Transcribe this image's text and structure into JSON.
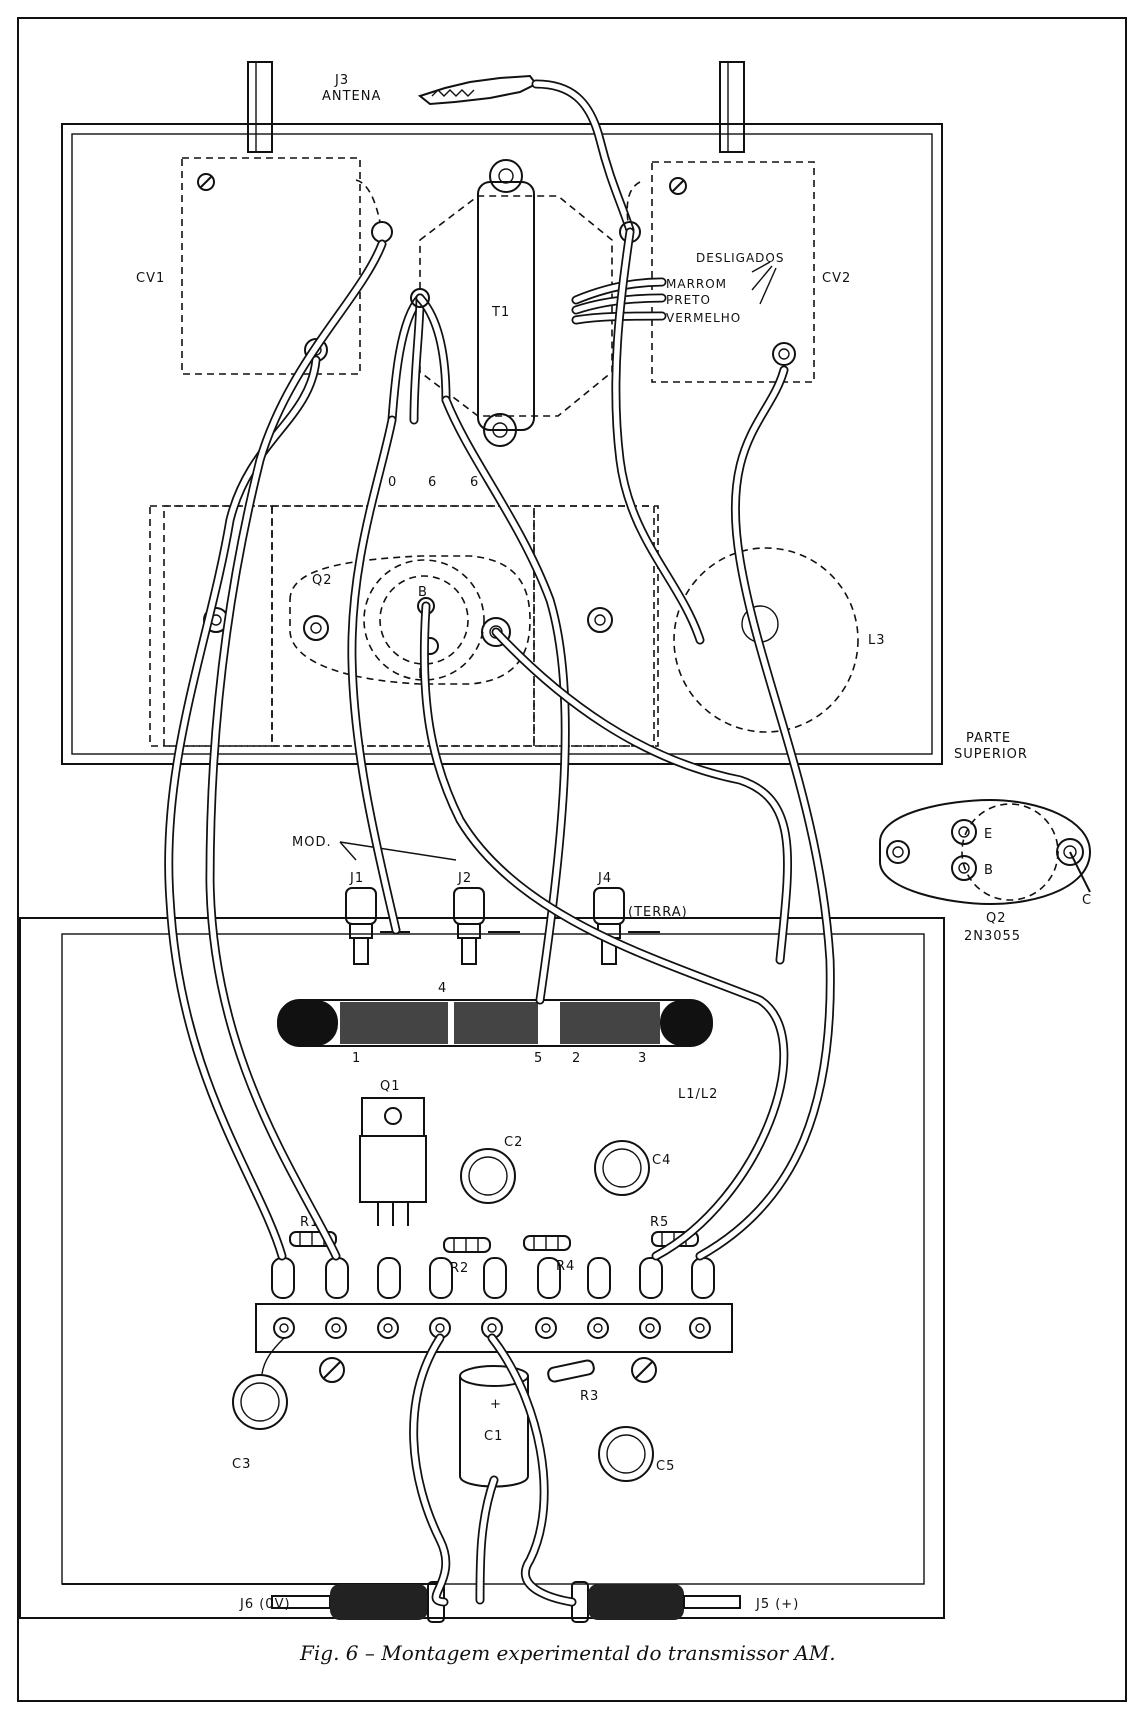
{
  "labels": {
    "j3": "J3",
    "antena": "ANTENA",
    "cv1": "CV1",
    "cv2": "CV2",
    "t1": "T1",
    "desligados": "DESLIGADOS",
    "marrom": "MARROM",
    "preto": "PRETO",
    "vermelho": "VERMELHO",
    "tap0": "0",
    "tap6a": "6",
    "tap6b": "6",
    "q2": "Q2",
    "b": "B",
    "e": "E",
    "l3": "L3",
    "parte": "PARTE",
    "superior": "SUPERIOR",
    "q2_top_e": "E",
    "q2_top_b": "B",
    "q2_top_c": "C",
    "q2_name": "Q2",
    "q2_part": "2N3055",
    "mod": "MOD.",
    "j1": "J1",
    "j2": "J2",
    "j4": "J4",
    "terra": "(TERRA)",
    "tap4": "4",
    "tap1": "1",
    "tap5": "5",
    "tap2": "2",
    "tap3": "3",
    "l1l2": "L1/L2",
    "q1": "Q1",
    "c2": "C2",
    "c4": "C4",
    "r1": "R1",
    "r2": "R2",
    "r4": "R4",
    "r5": "R5",
    "r3": "R3",
    "c3": "C3",
    "c1": "C1",
    "c1_plus": "+",
    "c5": "C5",
    "j6": "J6 (0V)",
    "j5": "J5 (+)"
  },
  "caption": "Fig. 6 – Montagem experimental do transmissor AM."
}
